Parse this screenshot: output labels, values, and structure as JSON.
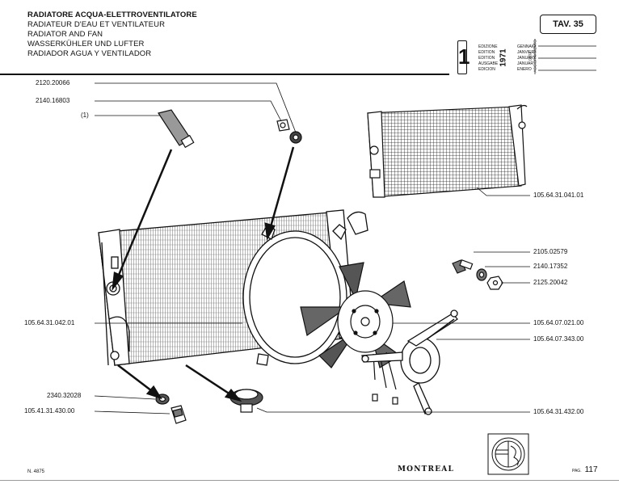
{
  "header": {
    "titles": [
      "RADIATORE ACQUA-ELETTROVENTILATORE",
      "RADIATEUR D'EAU ET VENTILATEUR",
      "RADIATOR AND FAN",
      "WASSERKÜHLER UND LUFTER",
      "RADIADOR AGUA Y VENTILADOR"
    ],
    "table_number": "TAV. 35"
  },
  "edition": {
    "number": "1",
    "year": "1971",
    "rows": [
      {
        "label": "EDIZIONE",
        "month": "GENNAIO"
      },
      {
        "label": "EDITION",
        "month": "JANVIER"
      },
      {
        "label": "EDITION",
        "month": "JANUARY"
      },
      {
        "label": "AUSGABE",
        "month": "JANUAR"
      },
      {
        "label": "EDICION",
        "month": "ENERO"
      }
    ],
    "side_label_1": "DATA",
    "side_label_2": "AGGIORNAMENTO"
  },
  "parts": {
    "p1": "2120.20066",
    "p2": "2140.16803",
    "p3": "(1)",
    "p4": "105.64.31.041.01",
    "p5": "2105.02579",
    "p6": "2140.17352",
    "p7": "2125.20042",
    "p8": "105.64.31.042.01",
    "p9": "105.64.07.021.00",
    "p10": "105.64.07.343.00",
    "p11": "2340.32028",
    "p12": "105.41.31.430.00",
    "p13": "105.64.31.432.00"
  },
  "footer": {
    "drawing_number": "N. 4875",
    "brand": "MONTREAL",
    "page_prefix": "PAG.",
    "page_number": "117"
  }
}
